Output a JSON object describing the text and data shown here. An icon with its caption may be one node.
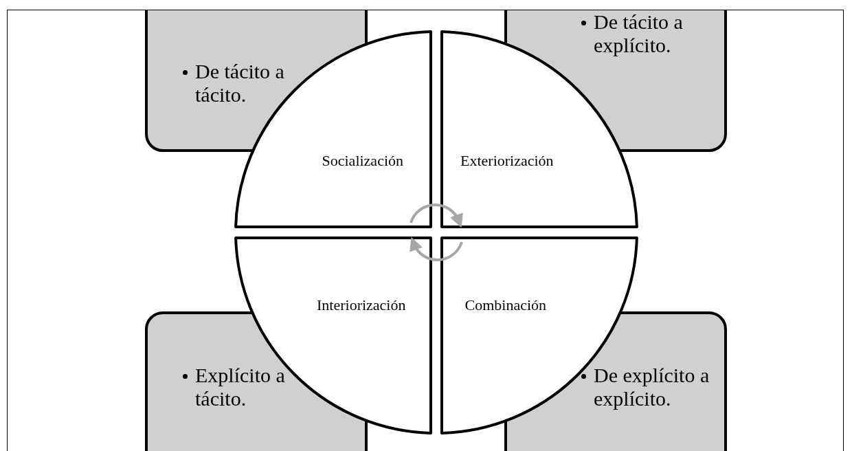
{
  "diagram": {
    "nodes": [
      {
        "text": [
          "De tácito a tácito."
        ]
      },
      {
        "text": [
          "De tácito a explícito."
        ]
      },
      {
        "text": [
          "Socialización"
        ]
      },
      {
        "text": [
          "Exteriorización"
        ]
      },
      {
        "text": [
          "Interiorización"
        ]
      },
      {
        "text": [
          "Combinación"
        ]
      },
      {
        "text": [
          "Explícito a tácito."
        ]
      },
      {
        "text": [
          "De explícito a explícito."
        ]
      }
    ],
    "edges": [
      {
        "from": 2,
        "to": 3,
        "arrow": "to",
        "color": "#a6a6a6"
      },
      {
        "from": 5,
        "to": 4,
        "arrow": "to",
        "color": "#a6a6a6"
      }
    ]
  }
}
